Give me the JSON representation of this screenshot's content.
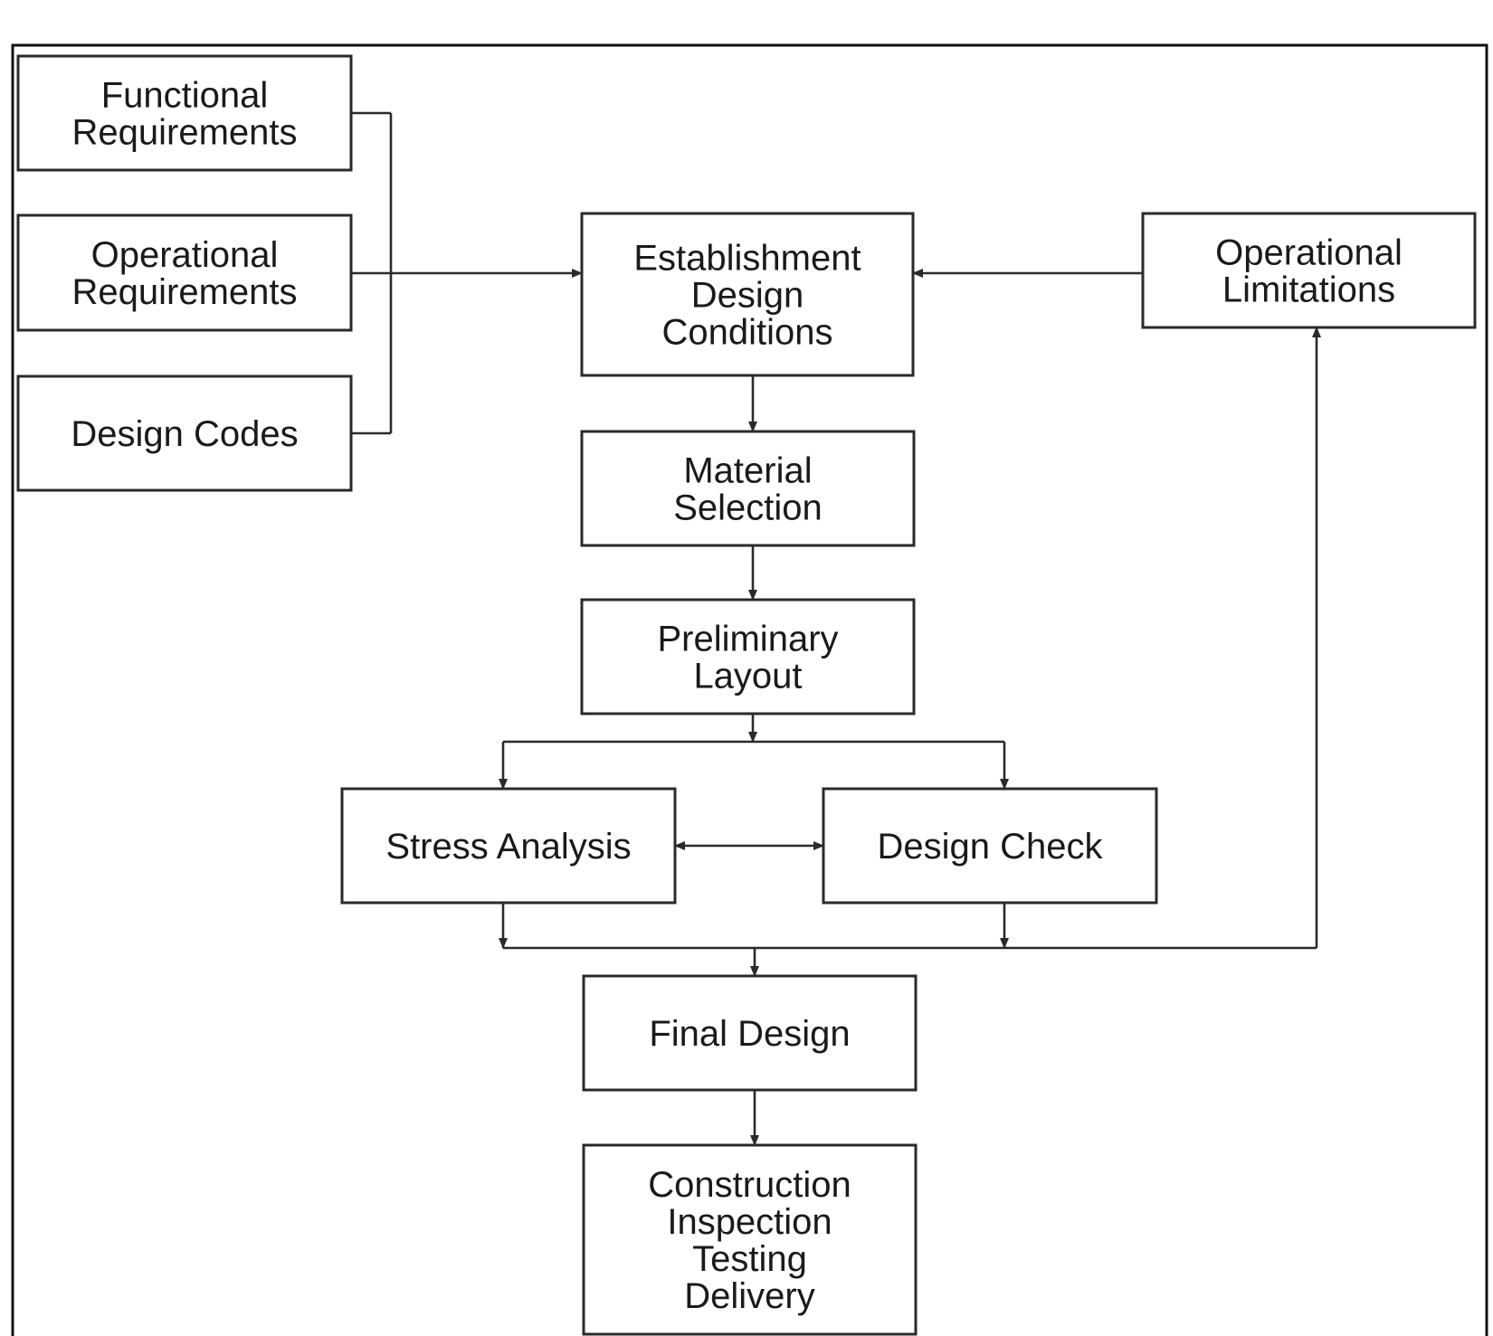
{
  "diagram": {
    "nodes": [
      {
        "id": "functional-requirements",
        "lines": [
          "Functional",
          "Requirements"
        ]
      },
      {
        "id": "operational-requirements",
        "lines": [
          "Operational",
          "Requirements"
        ]
      },
      {
        "id": "design-codes",
        "lines": [
          "Design Codes"
        ]
      },
      {
        "id": "establishment-design-conditions",
        "lines": [
          "Establishment",
          "Design",
          "Conditions"
        ]
      },
      {
        "id": "operational-limitations",
        "lines": [
          "Operational",
          "Limitations"
        ]
      },
      {
        "id": "material-selection",
        "lines": [
          "Material",
          "Selection"
        ]
      },
      {
        "id": "preliminary-layout",
        "lines": [
          "Preliminary",
          "Layout"
        ]
      },
      {
        "id": "stress-analysis",
        "lines": [
          "Stress Analysis"
        ]
      },
      {
        "id": "design-check",
        "lines": [
          "Design Check"
        ]
      },
      {
        "id": "final-design",
        "lines": [
          "Final Design"
        ]
      },
      {
        "id": "construction-inspection-testing-delivery",
        "lines": [
          "Construction",
          "Inspection",
          "Testing",
          "Delivery"
        ]
      }
    ],
    "edges": [
      {
        "from": "functional-requirements",
        "to": "establishment-design-conditions"
      },
      {
        "from": "operational-requirements",
        "to": "establishment-design-conditions"
      },
      {
        "from": "design-codes",
        "to": "establishment-design-conditions"
      },
      {
        "from": "operational-limitations",
        "to": "establishment-design-conditions"
      },
      {
        "from": "establishment-design-conditions",
        "to": "material-selection"
      },
      {
        "from": "material-selection",
        "to": "preliminary-layout"
      },
      {
        "from": "preliminary-layout",
        "to": "stress-analysis"
      },
      {
        "from": "preliminary-layout",
        "to": "design-check"
      },
      {
        "from": "stress-analysis",
        "to": "design-check",
        "bidirectional": true
      },
      {
        "from": "stress-analysis",
        "to": "final-design"
      },
      {
        "from": "design-check",
        "to": "final-design"
      },
      {
        "from": "design-check",
        "to": "operational-limitations"
      },
      {
        "from": "final-design",
        "to": "construction-inspection-testing-delivery"
      }
    ]
  }
}
